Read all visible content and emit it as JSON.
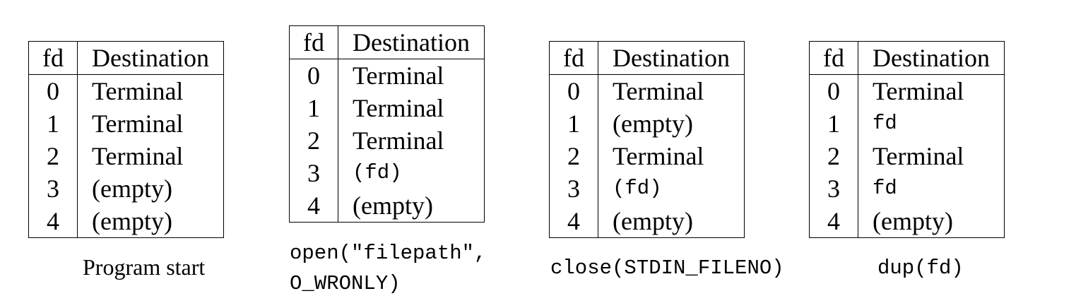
{
  "header": {
    "fd": "fd",
    "destination": "Destination"
  },
  "panels": [
    {
      "caption_lines": [
        "Program start"
      ],
      "caption_mono": false,
      "rows": [
        {
          "fd": "0",
          "dest": "Terminal",
          "mono": false
        },
        {
          "fd": "1",
          "dest": "Terminal",
          "mono": false
        },
        {
          "fd": "2",
          "dest": "Terminal",
          "mono": false
        },
        {
          "fd": "3",
          "dest": "(empty)",
          "mono": false
        },
        {
          "fd": "4",
          "dest": "(empty)",
          "mono": false
        }
      ]
    },
    {
      "caption_lines": [
        "open(\"filepath\",",
        "O_WRONLY)"
      ],
      "caption_mono": true,
      "rows": [
        {
          "fd": "0",
          "dest": "Terminal",
          "mono": false
        },
        {
          "fd": "1",
          "dest": "Terminal",
          "mono": false
        },
        {
          "fd": "2",
          "dest": "Terminal",
          "mono": false
        },
        {
          "fd": "3",
          "dest": "(fd)",
          "mono": true
        },
        {
          "fd": "4",
          "dest": "(empty)",
          "mono": false
        }
      ]
    },
    {
      "caption_lines": [
        "close(STDIN_FILENO)"
      ],
      "caption_mono": true,
      "rows": [
        {
          "fd": "0",
          "dest": "Terminal",
          "mono": false
        },
        {
          "fd": "1",
          "dest": "(empty)",
          "mono": false
        },
        {
          "fd": "2",
          "dest": "Terminal",
          "mono": false
        },
        {
          "fd": "3",
          "dest": "(fd)",
          "mono": true
        },
        {
          "fd": "4",
          "dest": "(empty)",
          "mono": false
        }
      ]
    },
    {
      "caption_lines": [
        "dup(fd)"
      ],
      "caption_mono": true,
      "rows": [
        {
          "fd": "0",
          "dest": "Terminal",
          "mono": false
        },
        {
          "fd": "1",
          "dest": "fd",
          "mono": true
        },
        {
          "fd": "2",
          "dest": "Terminal",
          "mono": false
        },
        {
          "fd": "3",
          "dest": "fd",
          "mono": true
        },
        {
          "fd": "4",
          "dest": "(empty)",
          "mono": false
        }
      ]
    }
  ]
}
